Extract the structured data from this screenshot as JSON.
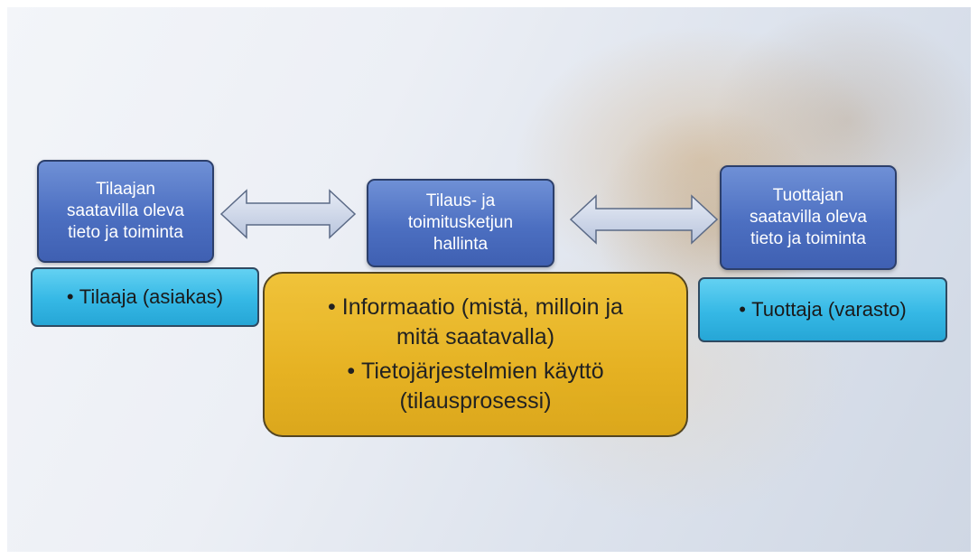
{
  "nodes": {
    "left_header": {
      "lines": [
        "Tilaajan",
        "saatavilla oleva",
        "tieto ja toiminta"
      ]
    },
    "center_header": {
      "lines": [
        "Tilaus- ja",
        "toimitusketjun",
        "hallinta"
      ]
    },
    "right_header": {
      "lines": [
        "Tuottajan",
        "saatavilla oleva",
        "tieto ja toiminta"
      ]
    }
  },
  "details": {
    "left": {
      "bullet": "•",
      "text": "Tilaaja (asiakas)"
    },
    "center": {
      "items": [
        {
          "bullet": "•",
          "text": "Informaatio (mistä, milloin ja",
          "cont": "mitä saatavalla)"
        },
        {
          "bullet": "•",
          "text": "Tietojärjestelmien käyttö",
          "cont": "(tilausprosessi)"
        }
      ]
    },
    "right": {
      "bullet": "•",
      "text": "Tuottaja (varasto)"
    }
  },
  "colors": {
    "header_blue": "#4c6fc1",
    "detail_cyan": "#35b8e5",
    "detail_gold": "#e6b01b",
    "arrow_fill": "#c9d3e6"
  }
}
